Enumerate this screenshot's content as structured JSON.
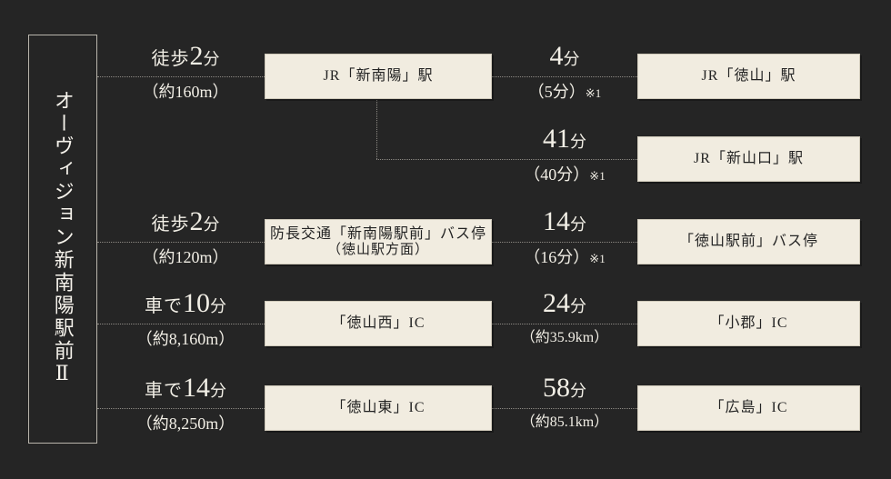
{
  "origin": {
    "label": "オーヴィジョン新南陽駅前Ⅱ"
  },
  "colors": {
    "background": "#252525",
    "node_fill": "#f1ece0",
    "node_border": "#cfc9ba",
    "text_light": "#f2efe6",
    "text_dark": "#232323",
    "dotted_line": "#8d8a84"
  },
  "legs_from_origin": [
    {
      "mode": "徒歩",
      "number": "2",
      "unit": "分",
      "distance": "（約160m）"
    },
    {
      "mode": "徒歩",
      "number": "2",
      "unit": "分",
      "distance": "（約120m）"
    },
    {
      "mode": "車で",
      "number": "10",
      "unit": "分",
      "distance": "（約8,160m）"
    },
    {
      "mode": "車で",
      "number": "14",
      "unit": "分",
      "distance": "（約8,250m）"
    }
  ],
  "nodes_mid": [
    {
      "main": "JR「新南陽」駅",
      "sub": ""
    },
    {
      "main": "防長交通「新南陽駅前」バス停",
      "sub": "（徳山駅方面）"
    },
    {
      "main": "「徳山西」IC",
      "sub": ""
    },
    {
      "main": "「徳山東」IC",
      "sub": ""
    }
  ],
  "legs_mid_to_right": [
    {
      "number": "4",
      "unit": "分",
      "detail": "（5分）",
      "note": "※1"
    },
    {
      "number": "41",
      "unit": "分",
      "detail": "（40分）",
      "note": "※1"
    },
    {
      "number": "14",
      "unit": "分",
      "detail": "（16分）",
      "note": "※1"
    },
    {
      "number": "24",
      "unit": "分",
      "detail": "（約35.9km）",
      "note": ""
    },
    {
      "number": "58",
      "unit": "分",
      "detail": "（約85.1km）",
      "note": ""
    }
  ],
  "nodes_right": [
    {
      "main": "JR「徳山」駅"
    },
    {
      "main": "JR「新山口」駅"
    },
    {
      "main": "「徳山駅前」バス停"
    },
    {
      "main": "「小郡」IC"
    },
    {
      "main": "「広島」IC"
    }
  ]
}
